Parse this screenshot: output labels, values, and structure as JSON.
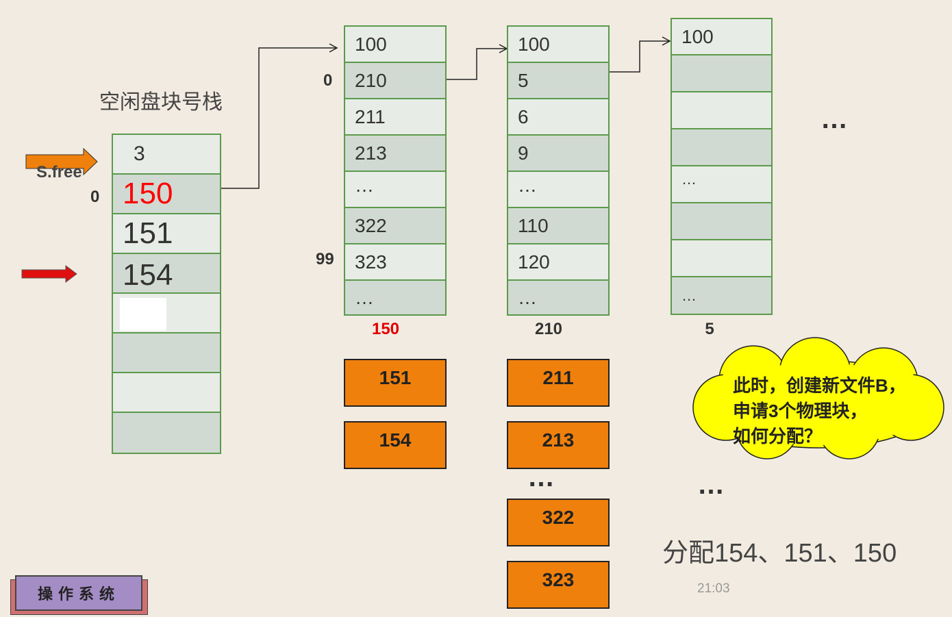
{
  "stack": {
    "title": "空闲盘块号栈",
    "pointer_label": "S.free",
    "count": "3",
    "index_label": "0",
    "cells": [
      "150",
      "151",
      "154",
      "",
      "",
      "",
      ""
    ]
  },
  "groups": [
    {
      "index_top": "0",
      "index_bottom": "99",
      "cells": [
        "100",
        "210",
        "211",
        "213",
        "…",
        "322",
        "323",
        "…"
      ],
      "block_label": "150",
      "allocated": [
        "151",
        "154"
      ]
    },
    {
      "cells": [
        "100",
        "5",
        "6",
        "9",
        "…",
        "110",
        "120",
        "…"
      ],
      "block_label": "210",
      "allocated": [
        "211",
        "213",
        "322",
        "323"
      ],
      "ellipsis": "…"
    },
    {
      "cells": [
        "100",
        "",
        "",
        "",
        "…",
        "",
        "",
        "…"
      ],
      "block_label": "5"
    }
  ],
  "more_dots_top": "…",
  "more_dots_bottom": "…",
  "callout": {
    "line1": "此时，创建新文件B，",
    "line2": "申请3个物理块，",
    "line3": "如何分配？"
  },
  "answer": "分配154、151、150",
  "time": "21:03",
  "footer_label": "操作系统",
  "colors": {
    "highlight_red": "#ff0000",
    "orange_block": "#f0800c",
    "cell_border": "#5a9a4a",
    "callout_yellow": "#ffff00",
    "footer_purple": "#a48cc4"
  }
}
